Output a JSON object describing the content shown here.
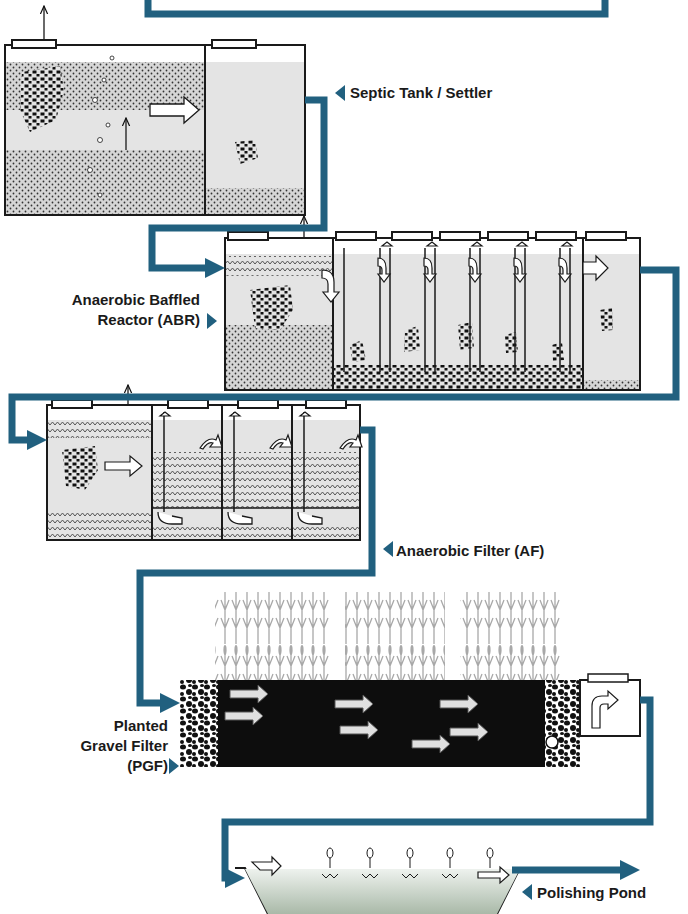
{
  "diagram": {
    "nodes": [
      {
        "text": [
          "Septic Tank / Settler"
        ]
      },
      {
        "text": [
          "Anaerobic Baffled Reactor (ABR)"
        ]
      },
      {
        "text": [
          "Anaerobic Filter (AF)"
        ]
      },
      {
        "text": [
          "Planted Gravel Filter (PGF)"
        ]
      },
      {
        "text": [
          "Polishing Pond"
        ]
      }
    ],
    "edges": [
      {
        "from": 0,
        "to": 1,
        "arrow": "to"
      },
      {
        "from": 1,
        "to": 2,
        "arrow": "to"
      },
      {
        "from": 2,
        "to": 3,
        "arrow": "to"
      },
      {
        "from": 3,
        "to": 4,
        "arrow": "to"
      }
    ]
  }
}
